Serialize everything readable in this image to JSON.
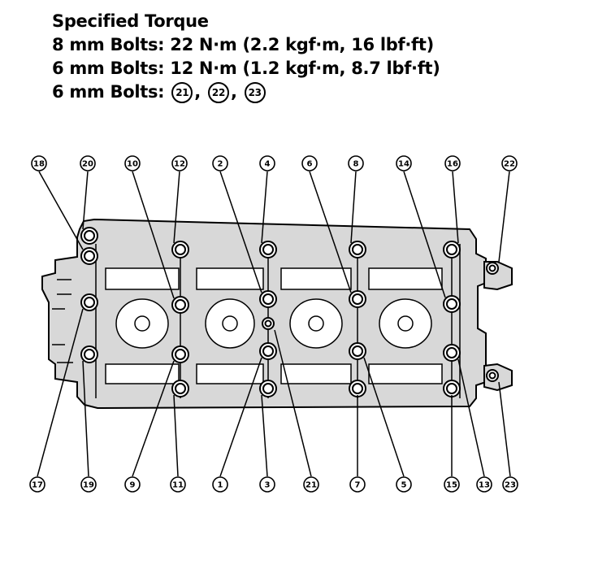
{
  "torque_spec": {
    "title": "Specified Torque",
    "line_8mm": "8 mm Bolts:  22 N·m (2.2 kgf·m, 16 lbf·ft)",
    "line_6mm": "6 mm Bolts:  12 N·m (1.2 kgf·m, 8.7 lbf·ft)",
    "line_6mm_refs_prefix": "6 mm Bolts:",
    "line_6mm_refs": [
      "21",
      "22",
      "23"
    ]
  },
  "callouts_top": [
    "18",
    "20",
    "10",
    "12",
    "2",
    "4",
    "6",
    "8",
    "14",
    "16",
    "22"
  ],
  "callouts_bottom": [
    "17",
    "19",
    "9",
    "11",
    "1",
    "3",
    "21",
    "7",
    "5",
    "15",
    "13",
    "23"
  ],
  "colors": {
    "ink": "#000000",
    "background": "#ffffff",
    "metal": "#d8d8d8"
  }
}
